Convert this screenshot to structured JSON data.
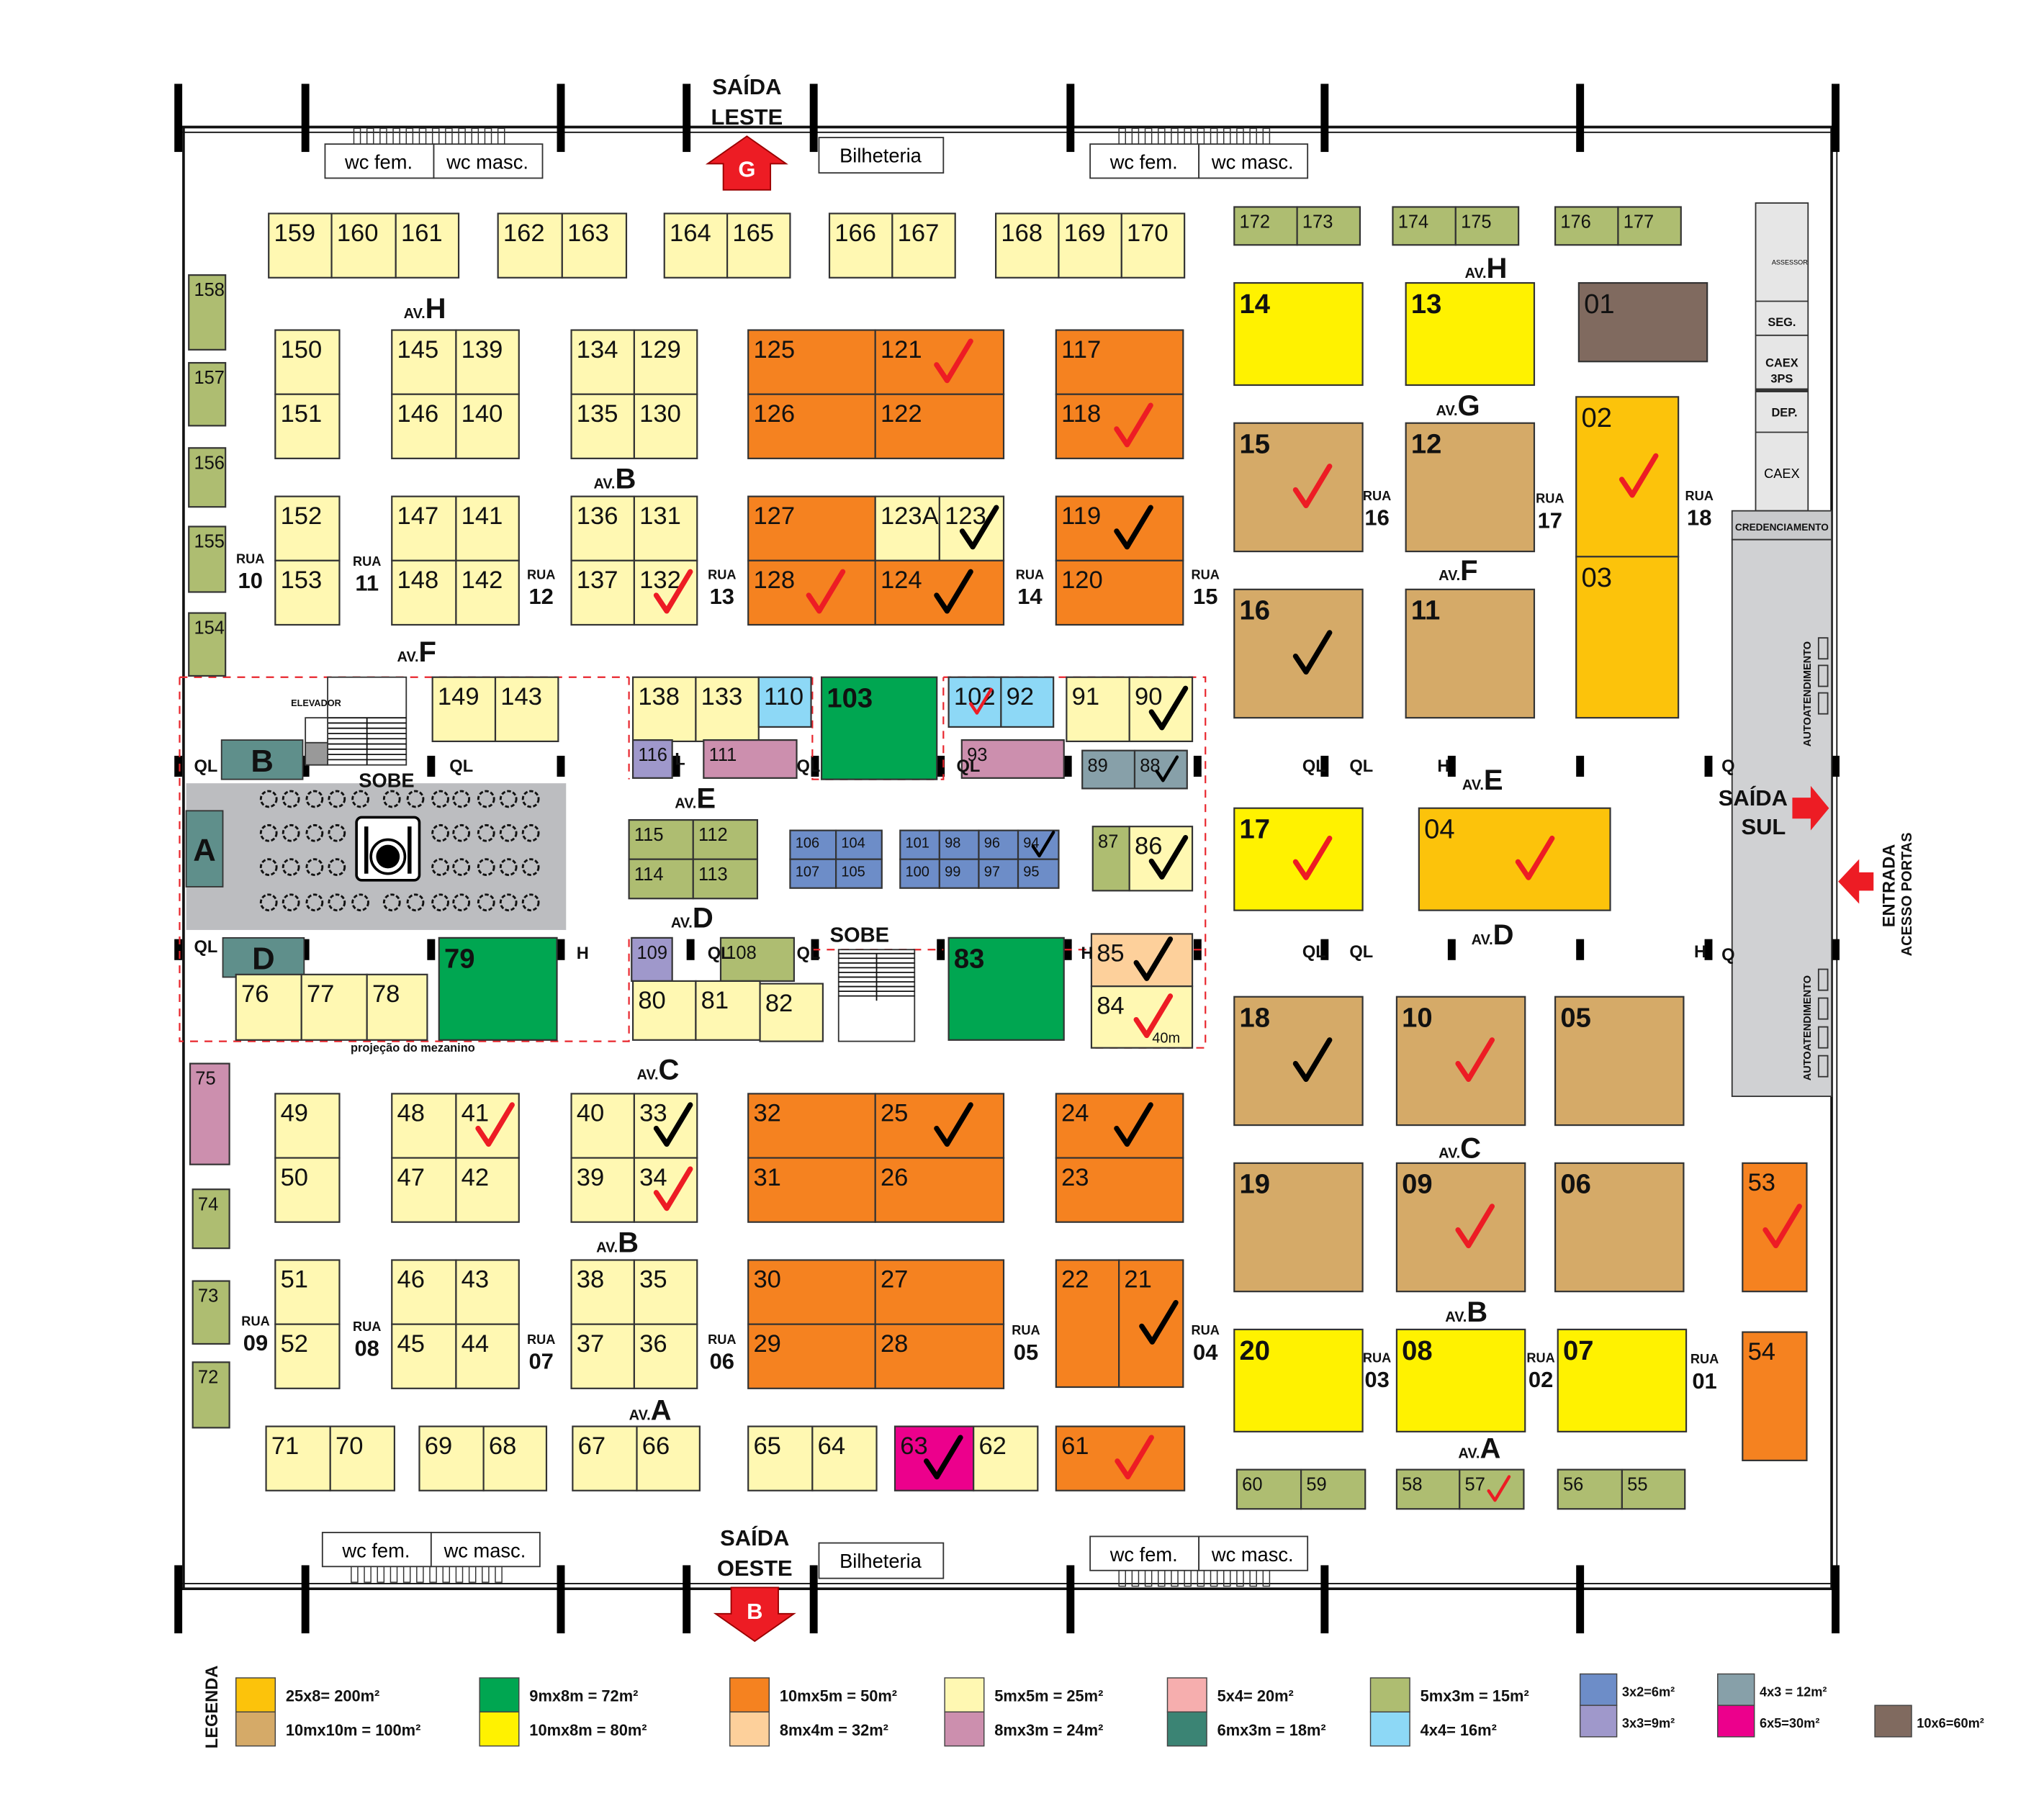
{
  "title": "Planta do evento - mapa de estandes",
  "exits": {
    "east": [
      "SAÍDA",
      "LESTE"
    ],
    "east_gate": "G",
    "west": [
      "SAÍDA",
      "OESTE"
    ],
    "west_gate": "B",
    "south": [
      "SAÍDA",
      "SUL"
    ],
    "entrance": [
      "ENTRADA",
      "ACESSO PORTAS"
    ]
  },
  "facilities": {
    "wc_fem": "wc fem.",
    "wc_masc": "wc masc.",
    "ticket": "Bilheteria",
    "elevator": "ELEVADOR",
    "up": "SOBE",
    "mezzanine": "projeção do mezanino",
    "area_a": "A",
    "area_b": "B",
    "area_d": "D",
    "assessor": "ASSESSOR",
    "seg": "SEG.",
    "caex3ps": [
      "CAEX",
      "3PS"
    ],
    "dep": "DEP.",
    "caex": "CAEX",
    "credenciamento": "CREDENCIAMENTO",
    "autoatendimento": "AUTOATENDIMENTO",
    "size_note": "40m"
  },
  "avenues": [
    {
      "prefix": "AV.",
      "letter": "H"
    },
    {
      "prefix": "AV.",
      "letter": "B"
    },
    {
      "prefix": "AV.",
      "letter": "F"
    },
    {
      "prefix": "AV.",
      "letter": "E"
    },
    {
      "prefix": "AV.",
      "letter": "D"
    },
    {
      "prefix": "AV.",
      "letter": "C"
    },
    {
      "prefix": "AV.",
      "letter": "B"
    },
    {
      "prefix": "AV.",
      "letter": "A"
    },
    {
      "prefix": "AV.",
      "letter": "H"
    },
    {
      "prefix": "AV.",
      "letter": "G"
    },
    {
      "prefix": "AV.",
      "letter": "F"
    },
    {
      "prefix": "AV.",
      "letter": "E"
    },
    {
      "prefix": "AV.",
      "letter": "D"
    },
    {
      "prefix": "AV.",
      "letter": "C"
    },
    {
      "prefix": "AV.",
      "letter": "B"
    },
    {
      "prefix": "AV.",
      "letter": "A"
    }
  ],
  "streets": [
    {
      "prefix": "RUA",
      "num": "10"
    },
    {
      "prefix": "RUA",
      "num": "11"
    },
    {
      "prefix": "RUA",
      "num": "12"
    },
    {
      "prefix": "RUA",
      "num": "13"
    },
    {
      "prefix": "RUA",
      "num": "14"
    },
    {
      "prefix": "RUA",
      "num": "15"
    },
    {
      "prefix": "RUA",
      "num": "16"
    },
    {
      "prefix": "RUA",
      "num": "17"
    },
    {
      "prefix": "RUA",
      "num": "18"
    },
    {
      "prefix": "RUA",
      "num": "09"
    },
    {
      "prefix": "RUA",
      "num": "08"
    },
    {
      "prefix": "RUA",
      "num": "07"
    },
    {
      "prefix": "RUA",
      "num": "06"
    },
    {
      "prefix": "RUA",
      "num": "05"
    },
    {
      "prefix": "RUA",
      "num": "04"
    },
    {
      "prefix": "RUA",
      "num": "03"
    },
    {
      "prefix": "RUA",
      "num": "02"
    },
    {
      "prefix": "RUA",
      "num": "01"
    }
  ],
  "markers": [
    "QL",
    "QL",
    "L",
    "QL",
    "QL",
    "QL",
    "QL",
    "H",
    "Q",
    "QL",
    "H",
    "QL",
    "QL",
    "H",
    "QL",
    "QL",
    "H",
    "Q"
  ],
  "colors": {
    "c200": "#fcc30b",
    "c100": "#d5aa68",
    "c72": "#00a651",
    "c80": "#fff200",
    "c50": "#f58220",
    "c32": "#fdd09b",
    "c25": "#fff8b2",
    "c24": "#cc8fae",
    "c20": "#f6aeae",
    "c18": "#3b8474",
    "c15": "#aebd71",
    "c16": "#8dd8f6",
    "c6": "#6d8dc8",
    "c9": "#9f98cb",
    "c12": "#87a0a9",
    "c30": "#ec008c",
    "c60": "#806a5f",
    "check_red": "#ed1c24",
    "check_black": "#000000",
    "teal_area": "#5f8f8b",
    "service_gray": "#d0d1d3"
  },
  "booths": [
    {
      "id": "159",
      "t": "c25"
    },
    {
      "id": "160",
      "t": "c25"
    },
    {
      "id": "161",
      "t": "c25"
    },
    {
      "id": "162",
      "t": "c25"
    },
    {
      "id": "163",
      "t": "c25"
    },
    {
      "id": "164",
      "t": "c25"
    },
    {
      "id": "165",
      "t": "c25"
    },
    {
      "id": "166",
      "t": "c25"
    },
    {
      "id": "167",
      "t": "c25"
    },
    {
      "id": "168",
      "t": "c25"
    },
    {
      "id": "169",
      "t": "c25"
    },
    {
      "id": "170",
      "t": "c25"
    },
    {
      "id": "172",
      "t": "c15"
    },
    {
      "id": "173",
      "t": "c15"
    },
    {
      "id": "174",
      "t": "c15"
    },
    {
      "id": "175",
      "t": "c15"
    },
    {
      "id": "176",
      "t": "c15"
    },
    {
      "id": "177",
      "t": "c15"
    },
    {
      "id": "158",
      "t": "c15"
    },
    {
      "id": "157",
      "t": "c15"
    },
    {
      "id": "156",
      "t": "c15"
    },
    {
      "id": "155",
      "t": "c15"
    },
    {
      "id": "154",
      "t": "c15"
    },
    {
      "id": "150",
      "t": "c25"
    },
    {
      "id": "151",
      "t": "c25"
    },
    {
      "id": "145",
      "t": "c25"
    },
    {
      "id": "139",
      "t": "c25"
    },
    {
      "id": "146",
      "t": "c25"
    },
    {
      "id": "140",
      "t": "c25"
    },
    {
      "id": "134",
      "t": "c25"
    },
    {
      "id": "129",
      "t": "c25"
    },
    {
      "id": "135",
      "t": "c25"
    },
    {
      "id": "130",
      "t": "c25"
    },
    {
      "id": "125",
      "t": "c50"
    },
    {
      "id": "121",
      "t": "c50",
      "check": "red"
    },
    {
      "id": "126",
      "t": "c50"
    },
    {
      "id": "122",
      "t": "c50"
    },
    {
      "id": "117",
      "t": "c50"
    },
    {
      "id": "118",
      "t": "c50",
      "check": "red"
    },
    {
      "id": "152",
      "t": "c25"
    },
    {
      "id": "153",
      "t": "c25"
    },
    {
      "id": "147",
      "t": "c25"
    },
    {
      "id": "141",
      "t": "c25"
    },
    {
      "id": "148",
      "t": "c25"
    },
    {
      "id": "142",
      "t": "c25"
    },
    {
      "id": "136",
      "t": "c25"
    },
    {
      "id": "131",
      "t": "c25"
    },
    {
      "id": "137",
      "t": "c25"
    },
    {
      "id": "132",
      "t": "c25",
      "check": "red"
    },
    {
      "id": "127",
      "t": "c50"
    },
    {
      "id": "123A",
      "t": "c25"
    },
    {
      "id": "123",
      "t": "c25",
      "check": "black"
    },
    {
      "id": "128",
      "t": "c50",
      "check": "red"
    },
    {
      "id": "124",
      "t": "c50",
      "check": "black"
    },
    {
      "id": "119",
      "t": "c50",
      "check": "black"
    },
    {
      "id": "120",
      "t": "c50"
    },
    {
      "id": "149",
      "t": "c25"
    },
    {
      "id": "143",
      "t": "c25"
    },
    {
      "id": "138",
      "t": "c25"
    },
    {
      "id": "133",
      "t": "c25"
    },
    {
      "id": "110",
      "t": "c16"
    },
    {
      "id": "103",
      "t": "c72"
    },
    {
      "id": "102",
      "t": "c16",
      "check": "red"
    },
    {
      "id": "92",
      "t": "c16"
    },
    {
      "id": "91",
      "t": "c25"
    },
    {
      "id": "90",
      "t": "c25",
      "check": "black"
    },
    {
      "id": "116",
      "t": "c9"
    },
    {
      "id": "111",
      "t": "c24"
    },
    {
      "id": "93",
      "t": "c24"
    },
    {
      "id": "89",
      "t": "c12"
    },
    {
      "id": "88",
      "t": "c12",
      "check": "black"
    },
    {
      "id": "115",
      "t": "c15"
    },
    {
      "id": "112",
      "t": "c15"
    },
    {
      "id": "114",
      "t": "c15"
    },
    {
      "id": "113",
      "t": "c15"
    },
    {
      "id": "106",
      "t": "c6"
    },
    {
      "id": "104",
      "t": "c6"
    },
    {
      "id": "107",
      "t": "c6"
    },
    {
      "id": "105",
      "t": "c6"
    },
    {
      "id": "101",
      "t": "c6"
    },
    {
      "id": "98",
      "t": "c6"
    },
    {
      "id": "96",
      "t": "c6"
    },
    {
      "id": "94",
      "t": "c6",
      "check": "black"
    },
    {
      "id": "100",
      "t": "c6"
    },
    {
      "id": "99",
      "t": "c6"
    },
    {
      "id": "97",
      "t": "c6"
    },
    {
      "id": "95",
      "t": "c6"
    },
    {
      "id": "87",
      "t": "c15"
    },
    {
      "id": "86",
      "t": "c25",
      "check": "black"
    },
    {
      "id": "109",
      "t": "c9"
    },
    {
      "id": "108",
      "t": "c15"
    },
    {
      "id": "80",
      "t": "c25"
    },
    {
      "id": "81",
      "t": "c25"
    },
    {
      "id": "82",
      "t": "c25"
    },
    {
      "id": "79",
      "t": "c72"
    },
    {
      "id": "83",
      "t": "c72"
    },
    {
      "id": "85",
      "t": "c32",
      "check": "black"
    },
    {
      "id": "84",
      "t": "c25",
      "check": "red"
    },
    {
      "id": "76",
      "t": "c25"
    },
    {
      "id": "77",
      "t": "c25"
    },
    {
      "id": "78",
      "t": "c25"
    },
    {
      "id": "75",
      "t": "c24"
    },
    {
      "id": "74",
      "t": "c15"
    },
    {
      "id": "73",
      "t": "c15"
    },
    {
      "id": "72",
      "t": "c15"
    },
    {
      "id": "49",
      "t": "c25"
    },
    {
      "id": "50",
      "t": "c25"
    },
    {
      "id": "48",
      "t": "c25"
    },
    {
      "id": "41",
      "t": "c25",
      "check": "red"
    },
    {
      "id": "47",
      "t": "c25"
    },
    {
      "id": "42",
      "t": "c25"
    },
    {
      "id": "40",
      "t": "c25"
    },
    {
      "id": "33",
      "t": "c25",
      "check": "black"
    },
    {
      "id": "39",
      "t": "c25"
    },
    {
      "id": "34",
      "t": "c25",
      "check": "red"
    },
    {
      "id": "32",
      "t": "c50"
    },
    {
      "id": "25",
      "t": "c50",
      "check": "black"
    },
    {
      "id": "31",
      "t": "c50"
    },
    {
      "id": "26",
      "t": "c50"
    },
    {
      "id": "24",
      "t": "c50",
      "check": "black"
    },
    {
      "id": "23",
      "t": "c50"
    },
    {
      "id": "51",
      "t": "c25"
    },
    {
      "id": "52",
      "t": "c25"
    },
    {
      "id": "46",
      "t": "c25"
    },
    {
      "id": "43",
      "t": "c25"
    },
    {
      "id": "45",
      "t": "c25"
    },
    {
      "id": "44",
      "t": "c25"
    },
    {
      "id": "38",
      "t": "c25"
    },
    {
      "id": "35",
      "t": "c25"
    },
    {
      "id": "37",
      "t": "c25"
    },
    {
      "id": "36",
      "t": "c25"
    },
    {
      "id": "30",
      "t": "c50"
    },
    {
      "id": "27",
      "t": "c50"
    },
    {
      "id": "29",
      "t": "c50"
    },
    {
      "id": "28",
      "t": "c50"
    },
    {
      "id": "22",
      "t": "c50"
    },
    {
      "id": "21",
      "t": "c50",
      "check": "black"
    },
    {
      "id": "71",
      "t": "c25"
    },
    {
      "id": "70",
      "t": "c25"
    },
    {
      "id": "69",
      "t": "c25"
    },
    {
      "id": "68",
      "t": "c25"
    },
    {
      "id": "67",
      "t": "c25"
    },
    {
      "id": "66",
      "t": "c25"
    },
    {
      "id": "65",
      "t": "c25"
    },
    {
      "id": "64",
      "t": "c25"
    },
    {
      "id": "63",
      "t": "c30",
      "check": "black"
    },
    {
      "id": "62",
      "t": "c25"
    },
    {
      "id": "61",
      "t": "c50",
      "check": "red"
    },
    {
      "id": "14",
      "t": "c80"
    },
    {
      "id": "13",
      "t": "c80"
    },
    {
      "id": "01",
      "t": "c60"
    },
    {
      "id": "15",
      "t": "c100",
      "check": "red"
    },
    {
      "id": "12",
      "t": "c100"
    },
    {
      "id": "02",
      "t": "c200",
      "check": "red"
    },
    {
      "id": "03",
      "t": "c200"
    },
    {
      "id": "16",
      "t": "c100",
      "check": "black"
    },
    {
      "id": "11",
      "t": "c100"
    },
    {
      "id": "17",
      "t": "c80",
      "check": "red"
    },
    {
      "id": "04",
      "t": "c200",
      "check": "red"
    },
    {
      "id": "18",
      "t": "c100",
      "check": "black"
    },
    {
      "id": "10",
      "t": "c100",
      "check": "red"
    },
    {
      "id": "05",
      "t": "c100"
    },
    {
      "id": "19",
      "t": "c100"
    },
    {
      "id": "09",
      "t": "c100",
      "check": "red"
    },
    {
      "id": "06",
      "t": "c100"
    },
    {
      "id": "53",
      "t": "c50",
      "check": "red"
    },
    {
      "id": "54",
      "t": "c50"
    },
    {
      "id": "20",
      "t": "c80"
    },
    {
      "id": "08",
      "t": "c80"
    },
    {
      "id": "07",
      "t": "c80"
    },
    {
      "id": "60",
      "t": "c15"
    },
    {
      "id": "59",
      "t": "c15"
    },
    {
      "id": "58",
      "t": "c15"
    },
    {
      "id": "57",
      "t": "c15",
      "check": "red"
    },
    {
      "id": "56",
      "t": "c15"
    },
    {
      "id": "55",
      "t": "c15"
    }
  ],
  "legend": {
    "title": "LEGENDA",
    "items": [
      {
        "label": "25x8= 200m²",
        "t": "c200"
      },
      {
        "label": "10mx10m = 100m²",
        "t": "c100"
      },
      {
        "label": "9mx8m = 72m²",
        "t": "c72"
      },
      {
        "label": "10mx8m = 80m²",
        "t": "c80"
      },
      {
        "label": "10mx5m = 50m²",
        "t": "c50"
      },
      {
        "label": "8mx4m = 32m²",
        "t": "c32"
      },
      {
        "label": "5mx5m = 25m²",
        "t": "c25"
      },
      {
        "label": "8mx3m = 24m²",
        "t": "c24"
      },
      {
        "label": "5x4= 20m²",
        "t": "c20"
      },
      {
        "label": "6mx3m = 18m²",
        "t": "c18"
      },
      {
        "label": "5mx3m = 15m²",
        "t": "c15"
      },
      {
        "label": "4x4= 16m²",
        "t": "c16"
      },
      {
        "label": "3x2=6m²",
        "t": "c6"
      },
      {
        "label": "3x3=9m²",
        "t": "c9"
      },
      {
        "label": "4x3 = 12m²",
        "t": "c12"
      },
      {
        "label": "6x5=30m²",
        "t": "c30"
      },
      {
        "label": "10x6=60m²",
        "t": "c60"
      }
    ]
  }
}
